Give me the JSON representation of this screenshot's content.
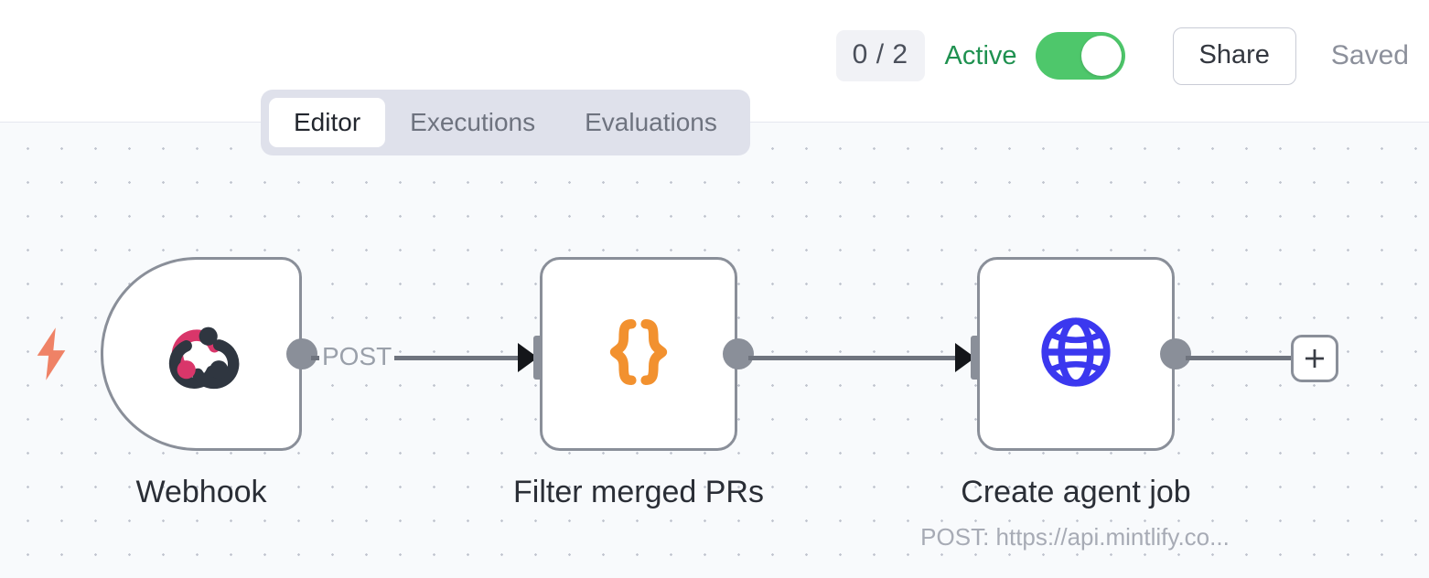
{
  "header": {
    "execution_count": "0 / 2",
    "active_label": "Active",
    "active_toggle_state": "on",
    "share_label": "Share",
    "saved_label": "Saved",
    "toggle_color": "#4ec76b",
    "active_text_color": "#1f9150"
  },
  "tabs": [
    {
      "label": "Editor",
      "active": true
    },
    {
      "label": "Executions",
      "active": false
    },
    {
      "label": "Evaluations",
      "active": false
    }
  ],
  "canvas": {
    "background_color": "#f8fafc",
    "dot_color": "#c2c6d0"
  },
  "nodes": [
    {
      "title": "Webhook",
      "subtitle": "",
      "icon": "webhook-icon",
      "type": "trigger",
      "icon_colors": {
        "primary": "#d9366a",
        "secondary": "#2f3640"
      }
    },
    {
      "title": "Filter merged PRs",
      "subtitle": "",
      "icon": "code-braces-icon",
      "type": "action",
      "icon_colors": {
        "primary": "#f2912f",
        "secondary": "#f2912f"
      }
    },
    {
      "title": "Create agent job",
      "subtitle": "POST: https://api.mintlify.co...",
      "icon": "globe-icon",
      "type": "action",
      "icon_colors": {
        "primary": "#3b38ef",
        "secondary": "#3b38ef"
      }
    }
  ],
  "connections": [
    {
      "label": "POST",
      "from": "Webhook",
      "to": "Filter merged PRs"
    },
    {
      "label": "",
      "from": "Filter merged PRs",
      "to": "Create agent job"
    }
  ],
  "add_node_button": {
    "label": "+"
  },
  "trigger_bolt": {
    "name": "lightning-bolt-icon",
    "color": "#ef8266"
  }
}
